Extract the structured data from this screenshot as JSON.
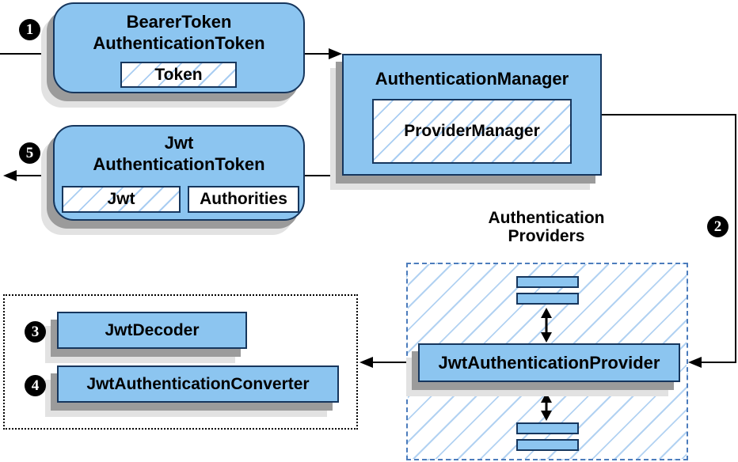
{
  "palette": {
    "node_fill": "#8cc5f0",
    "node_border": "#16365d",
    "hatch_blue": "#a9cdf2",
    "dashed_group_border": "#4c7cbc",
    "dotted_group_border": "#000000",
    "shadow_dark": "#9b9b9b",
    "shadow_light": "#e2e2e2",
    "connector_black": "#000000",
    "badge_bg": "#000000",
    "badge_text": "#ffffff"
  },
  "nodes": {
    "bearer_token": {
      "title_line1": "BearerToken",
      "title_line2": "AuthenticationToken",
      "field_token": "Token"
    },
    "authentication_manager": {
      "title": "AuthenticationManager",
      "field_provider_manager": "ProviderManager"
    },
    "jwt_authentication_token": {
      "title_line1": "Jwt",
      "title_line2": "AuthenticationToken",
      "field_jwt": "Jwt",
      "field_authorities": "Authorities"
    },
    "jwt_authentication_provider": {
      "title": "JwtAuthenticationProvider"
    },
    "jwt_decoder": {
      "title": "JwtDecoder"
    },
    "jwt_authentication_converter": {
      "title": "JwtAuthenticationConverter"
    }
  },
  "labels": {
    "providers_group_line1": "Authentication",
    "providers_group_line2": "Providers"
  },
  "step_badges": {
    "step1": "1",
    "step2": "2",
    "step3": "3",
    "step4": "4",
    "step5": "5"
  }
}
